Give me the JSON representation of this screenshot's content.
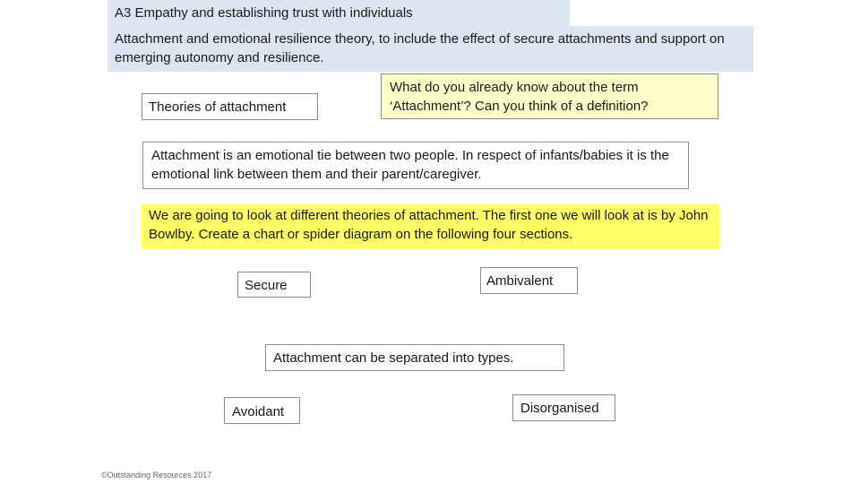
{
  "header": {
    "title": "A3 Empathy and establishing trust with individuals",
    "subtitle": "Attachment and emotional resilience theory, to include the effect of secure attachments and support on emerging autonomy and resilience."
  },
  "boxes": {
    "theories": "Theories of attachment",
    "question": "What do you already know about the term ‘Attachment’? Can you think of a definition?",
    "definition": "Attachment is an emotional tie between two people. In respect of infants/babies it is the emotional link between them and their parent/caregiver.",
    "instruction": "We are going to look at different theories of attachment. The first one we will look at is by John Bowlby. Create a chart or spider diagram on the following four sections.",
    "types": "Attachment can be separated into types."
  },
  "attachment_types": {
    "secure": "Secure",
    "ambivalent": "Ambivalent",
    "avoidant": "Avoidant",
    "disorganised": "Disorganised"
  },
  "footer": "©Outstanding Resources 2017",
  "colors": {
    "header_bg": "#dce6f2",
    "question_bg": "#ffffcc",
    "instruction_bg": "#ffff66"
  }
}
